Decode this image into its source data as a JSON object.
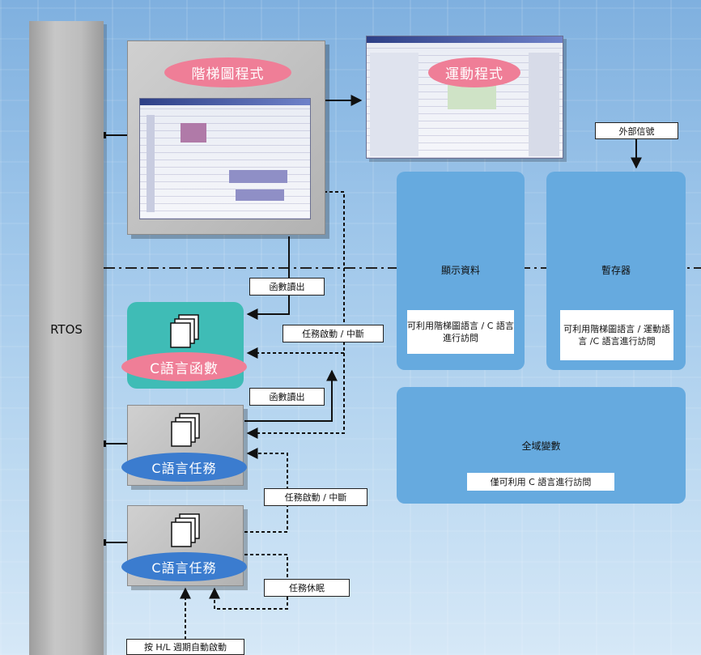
{
  "rtos": {
    "label": "RTOS"
  },
  "ladder": {
    "title": "階梯圖程式"
  },
  "motion": {
    "title": "運動程式"
  },
  "c_function": {
    "title": "C語言函數"
  },
  "c_task_1": {
    "title": "C語言任務"
  },
  "c_task_2": {
    "title": "C語言任務"
  },
  "labels": {
    "func_call_1": "函數讀出",
    "task_start_1": "任務啟動 / 中斷",
    "func_call_2": "函數讀出",
    "task_start_2": "任務啟動 / 中斷",
    "task_sleep": "任務休眠",
    "auto_start": "按 H/L 週期自動啟動",
    "external_signal": "外部信號"
  },
  "display_data": {
    "title": "顯示資料",
    "note": "可利用階梯圖語言 / C 語言進行訪問"
  },
  "register": {
    "title": "暫存器",
    "note": "可利用階梯圖語言 / 運動語言 /C 語言進行訪問"
  },
  "global_var": {
    "title": "全域變數",
    "note": "僅可利用 C 語言進行訪問"
  },
  "colors": {
    "pink_pill": "#ef7e97",
    "blue_pill": "#3b7ccf",
    "teal_box": "#3fbcb6",
    "blue_panel": "#66aadf"
  }
}
